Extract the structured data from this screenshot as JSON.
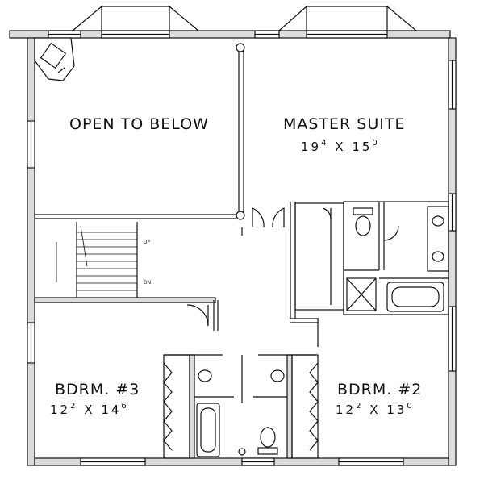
{
  "rooms": {
    "open_to_below": {
      "name": "OPEN TO BELOW"
    },
    "master_suite": {
      "name": "MASTER SUITE",
      "w_ft": "19",
      "w_in": "4",
      "sep": "X",
      "l_ft": "15",
      "l_in": "0"
    },
    "bedroom_3": {
      "name": "BDRM. #3",
      "w_ft": "12",
      "w_in": "2",
      "sep": "X",
      "l_ft": "14",
      "l_in": "6"
    },
    "bedroom_2": {
      "name": "BDRM. #2",
      "w_ft": "12",
      "w_in": "2",
      "sep": "X",
      "l_ft": "13",
      "l_in": "0"
    }
  },
  "stair_notes": {
    "up": "UP",
    "dn": "DN"
  },
  "colors": {
    "wall_fill": "#dcdcdc",
    "line": "#111111",
    "background": "#ffffff"
  }
}
